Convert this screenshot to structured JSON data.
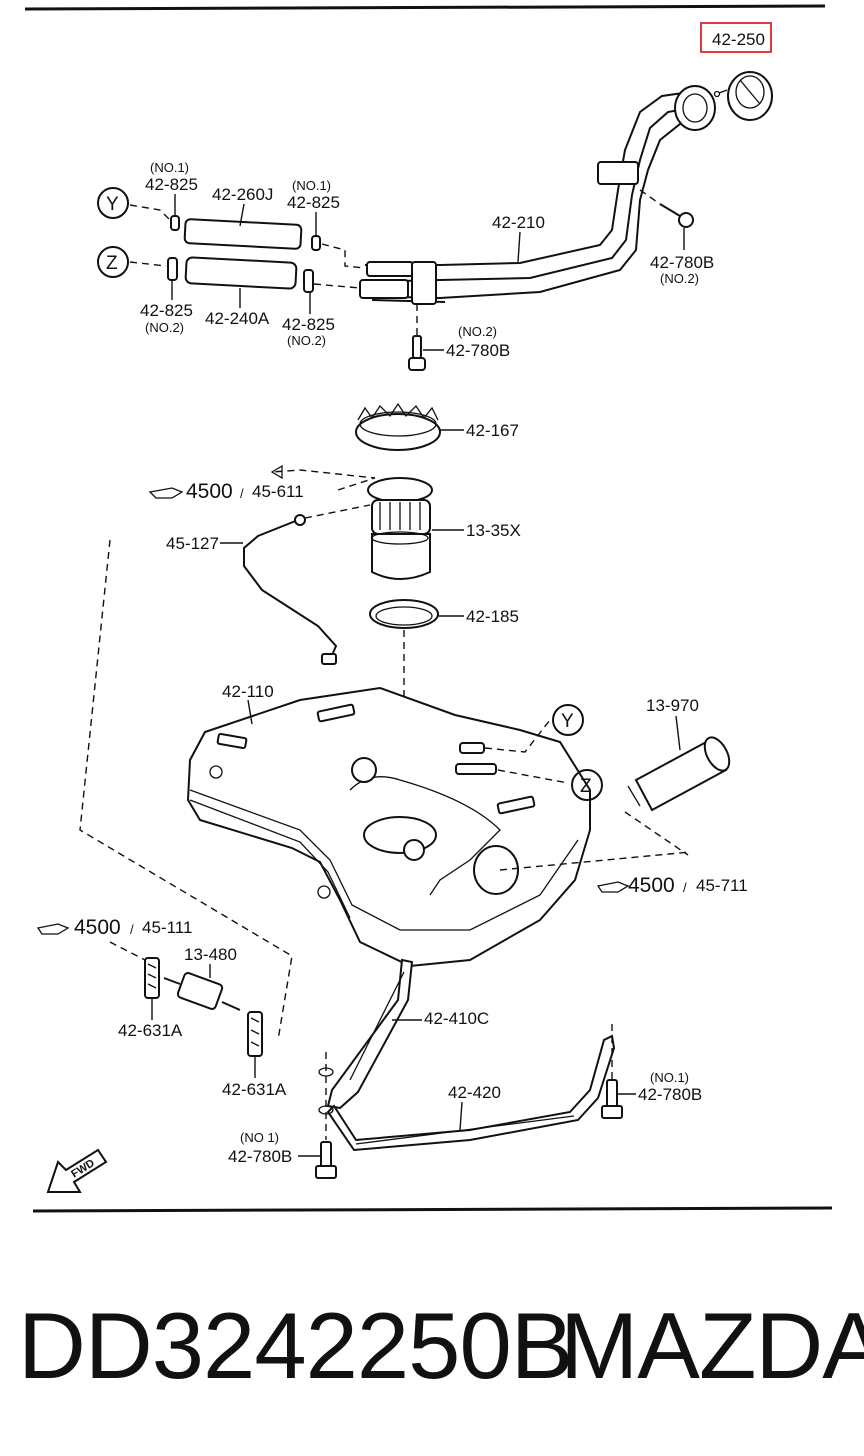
{
  "labels": {
    "l_42_250": "42-250",
    "l_42_825_a": "42-825",
    "l_42_825_a_note": "(NO.1)",
    "l_42_260j": "42-260J",
    "l_42_825_b": "42-825",
    "l_42_825_b_note": "(NO.1)",
    "l_42_210": "42-210",
    "l_42_780b_a": "42-780B",
    "l_42_780b_a_note": "(NO.2)",
    "l_42_825_c": "42-825",
    "l_42_825_c_note": "(NO.2)",
    "l_42_240a": "42-240A",
    "l_42_825_d": "42-825",
    "l_42_825_d_note": "(NO.2)",
    "l_42_780b_b": "42-780B",
    "l_42_780b_b_note": "(NO.2)",
    "l_42_167": "42-167",
    "l_4500_a": "4500",
    "l_45_611": "45-611",
    "l_45_127": "45-127",
    "l_13_35x": "13-35X",
    "l_42_185": "42-185",
    "l_42_110": "42-110",
    "l_13_970": "13-970",
    "l_4500_b": "4500",
    "l_45_711": "45-711",
    "l_4500_c": "4500",
    "l_45_111": "45-111",
    "l_13_480": "13-480",
    "l_42_631a_a": "42-631A",
    "l_42_631a_b": "42-631A",
    "l_42_410c": "42-410C",
    "l_42_420": "42-420",
    "l_42_780b_c": "42-780B",
    "l_42_780b_c_note": "(NO.1)",
    "l_42_780b_d": "42-780B",
    "l_42_780b_d_note": "(NO 1)",
    "callout_y": "Y",
    "callout_z": "Z",
    "fwd": "FWD"
  },
  "caption": {
    "part_number": "DD3242250B",
    "brand": "MAZDA"
  },
  "colors": {
    "line": "#111111",
    "highlight": "#e0242c",
    "background": "#ffffff"
  },
  "highlighted_part": "42-250"
}
